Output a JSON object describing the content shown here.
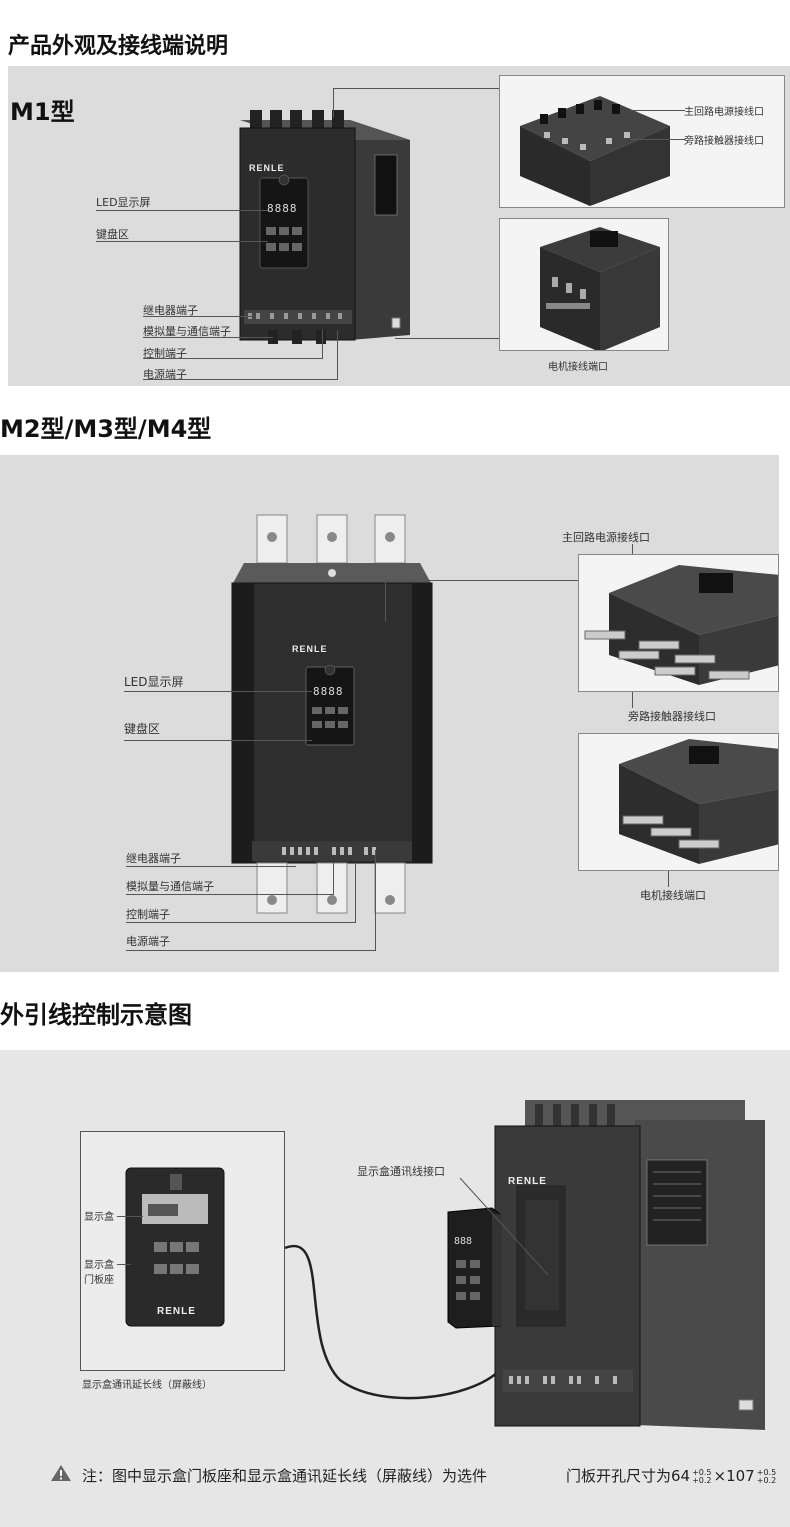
{
  "section1": {
    "title": "产品外观及接线端说明",
    "model": "M1型",
    "brand": "RENLE",
    "display": "8888",
    "labels": {
      "led": "LED显示屏",
      "keypad": "键盘区",
      "relay": "继电器端子",
      "analog": "模拟量与通信端子",
      "control": "控制端子",
      "power": "电源端子",
      "main_power": "主回路电源接线口",
      "bypass": "旁路接触器接线口",
      "motor": "电机接线端口"
    }
  },
  "section2": {
    "model": "M2型/M3型/M4型",
    "brand": "RENLE",
    "display": "8888",
    "labels": {
      "led": "LED显示屏",
      "keypad": "键盘区",
      "relay": "继电器端子",
      "analog": "模拟量与通信端子",
      "control": "控制端子",
      "power": "电源端子",
      "main_power": "主回路电源接线口",
      "bypass": "旁路接触器接线口",
      "motor": "电机接线端口"
    }
  },
  "section3": {
    "title": "外引线控制示意图",
    "brand": "RENLE",
    "display": "888",
    "labels": {
      "display_box": "显示盒",
      "door_seat_line1": "显示盒",
      "door_seat_line2": "门板座",
      "comm_port": "显示盒通讯线接口",
      "cable": "显示盒通讯延长线（屏蔽线）"
    },
    "note": "注：图中显示盒门板座和显示盒通讯延长线（屏蔽线）为选件",
    "cutout_prefix": "门板开孔尺寸为64",
    "cutout_w_tol_sup": "+0.5",
    "cutout_w_tol_sub": "+0.2",
    "cutout_times": "×107",
    "cutout_h_tol_sup": "+0.5",
    "cutout_h_tol_sub": "+0.2"
  }
}
